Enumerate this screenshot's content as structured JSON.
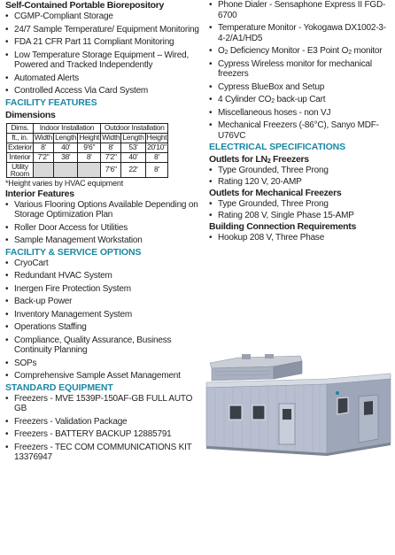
{
  "left": {
    "title": "Self-Contained Portable Biorepository",
    "top_list": [
      "CGMP-Compliant Storage",
      "24/7 Sample Temperature/ Equipment Monitoring",
      "FDA 21 CFR Part 11 Compliant Monitoring",
      "Low Temperature Storage Equipment – Wired, Powered and Tracked Independently",
      "Automated Alerts",
      "Controlled Access Via Card System"
    ],
    "facility_features_heading": "FACILITY FEATURES",
    "dimensions_heading": "Dimensions",
    "table": {
      "hdr_dims": "Dims.",
      "hdr_indoor": "Indoor Installation",
      "hdr_outdoor": "Outdoor Installation",
      "hdr_units": "ft., in.",
      "hdr_width": "Width",
      "hdr_length": "Length",
      "hdr_height": "Height",
      "rows": [
        {
          "label": "Exterior",
          "in_w": "8'",
          "in_l": "40'",
          "in_h": "9'6\"",
          "out_w": "8'",
          "out_l": "53'",
          "out_h": "20'10\""
        },
        {
          "label": "Interior",
          "in_w": "7'2\"",
          "in_l": "38'",
          "in_h": "8'",
          "out_w": "7'2\"",
          "out_l": "40'",
          "out_h": "8'"
        },
        {
          "label": "Utility Room",
          "in_w": "",
          "in_l": "",
          "in_h": "",
          "out_w": "7'6\"",
          "out_l": "22'",
          "out_h": "8'"
        }
      ]
    },
    "table_note": "*Height varies by HVAC equipment",
    "interior_heading": "Interior Features",
    "interior_list": [
      "Various Flooring Options Available Depending on Storage Optimization Plan",
      "Roller Door Access for Utilities",
      "Sample Management Workstation"
    ],
    "facility_service_heading": "FACILITY & SERVICE OPTIONS",
    "service_list": [
      "CryoCart",
      "Redundant HVAC System",
      "Inergen Fire Protection System",
      "Back-up Power",
      "Inventory Management System",
      "Operations Staffing",
      "Compliance, Quality Assurance, Business Continuity Planning",
      "SOPs",
      "Comprehensive Sample Asset Management"
    ],
    "standard_heading": "STANDARD EQUIPMENT",
    "standard_list": [
      "Freezers - MVE 1539P-150AF-GB FULL AUTO GB",
      "Freezers - Validation Package",
      "Freezers - BATTERY BACKUP 12885791",
      "Freezers - TEC COM COMMUNICATIONS KIT 13376947"
    ]
  },
  "right": {
    "list_a": {
      "item1": "Phone Dialer - Sensaphone Express II FGD-6700",
      "item2": "Temperature Monitor - Yokogawa DX1002-3-4-2/A1/HD5",
      "item3_pre": "O",
      "item3_sub": "2",
      "item3_mid": " Deficiency Monitor - E3 Point O",
      "item3_sub2": "2",
      "item3_post": " monitor",
      "item4": "Cypress Wireless monitor for mechanical freezers",
      "item5": "Cypress BlueBox and Setup",
      "item6_pre": "4 Cylinder CO",
      "item6_sub": "2",
      "item6_post": " back-up Cart",
      "item7": "Miscellaneous hoses - non VJ",
      "item8": "Mechanical Freezers (-86°C), Sanyo MDF-U76VC"
    },
    "electrical_heading": "ELECTRICAL SPECIFICATIONS",
    "outlets_ln2_pre": "Outlets for LN",
    "outlets_ln2_sub": "2",
    "outlets_ln2_post": " Freezers",
    "ln2_list": [
      "Type Grounded, Three Prong",
      "Rating 120 V, 20-AMP"
    ],
    "outlets_mech": "Outlets for Mechanical Freezers",
    "mech_list": [
      "Type Grounded, Three Prong",
      "Rating 208 V, Single Phase 15-AMP"
    ],
    "building_heading": "Building Connection Requirements",
    "building_list": [
      "Hookup 208 V, Three Phase"
    ]
  },
  "colors": {
    "accent_teal": "#1a87a3",
    "text": "#231f20",
    "container_body": "#b7bfd0"
  }
}
